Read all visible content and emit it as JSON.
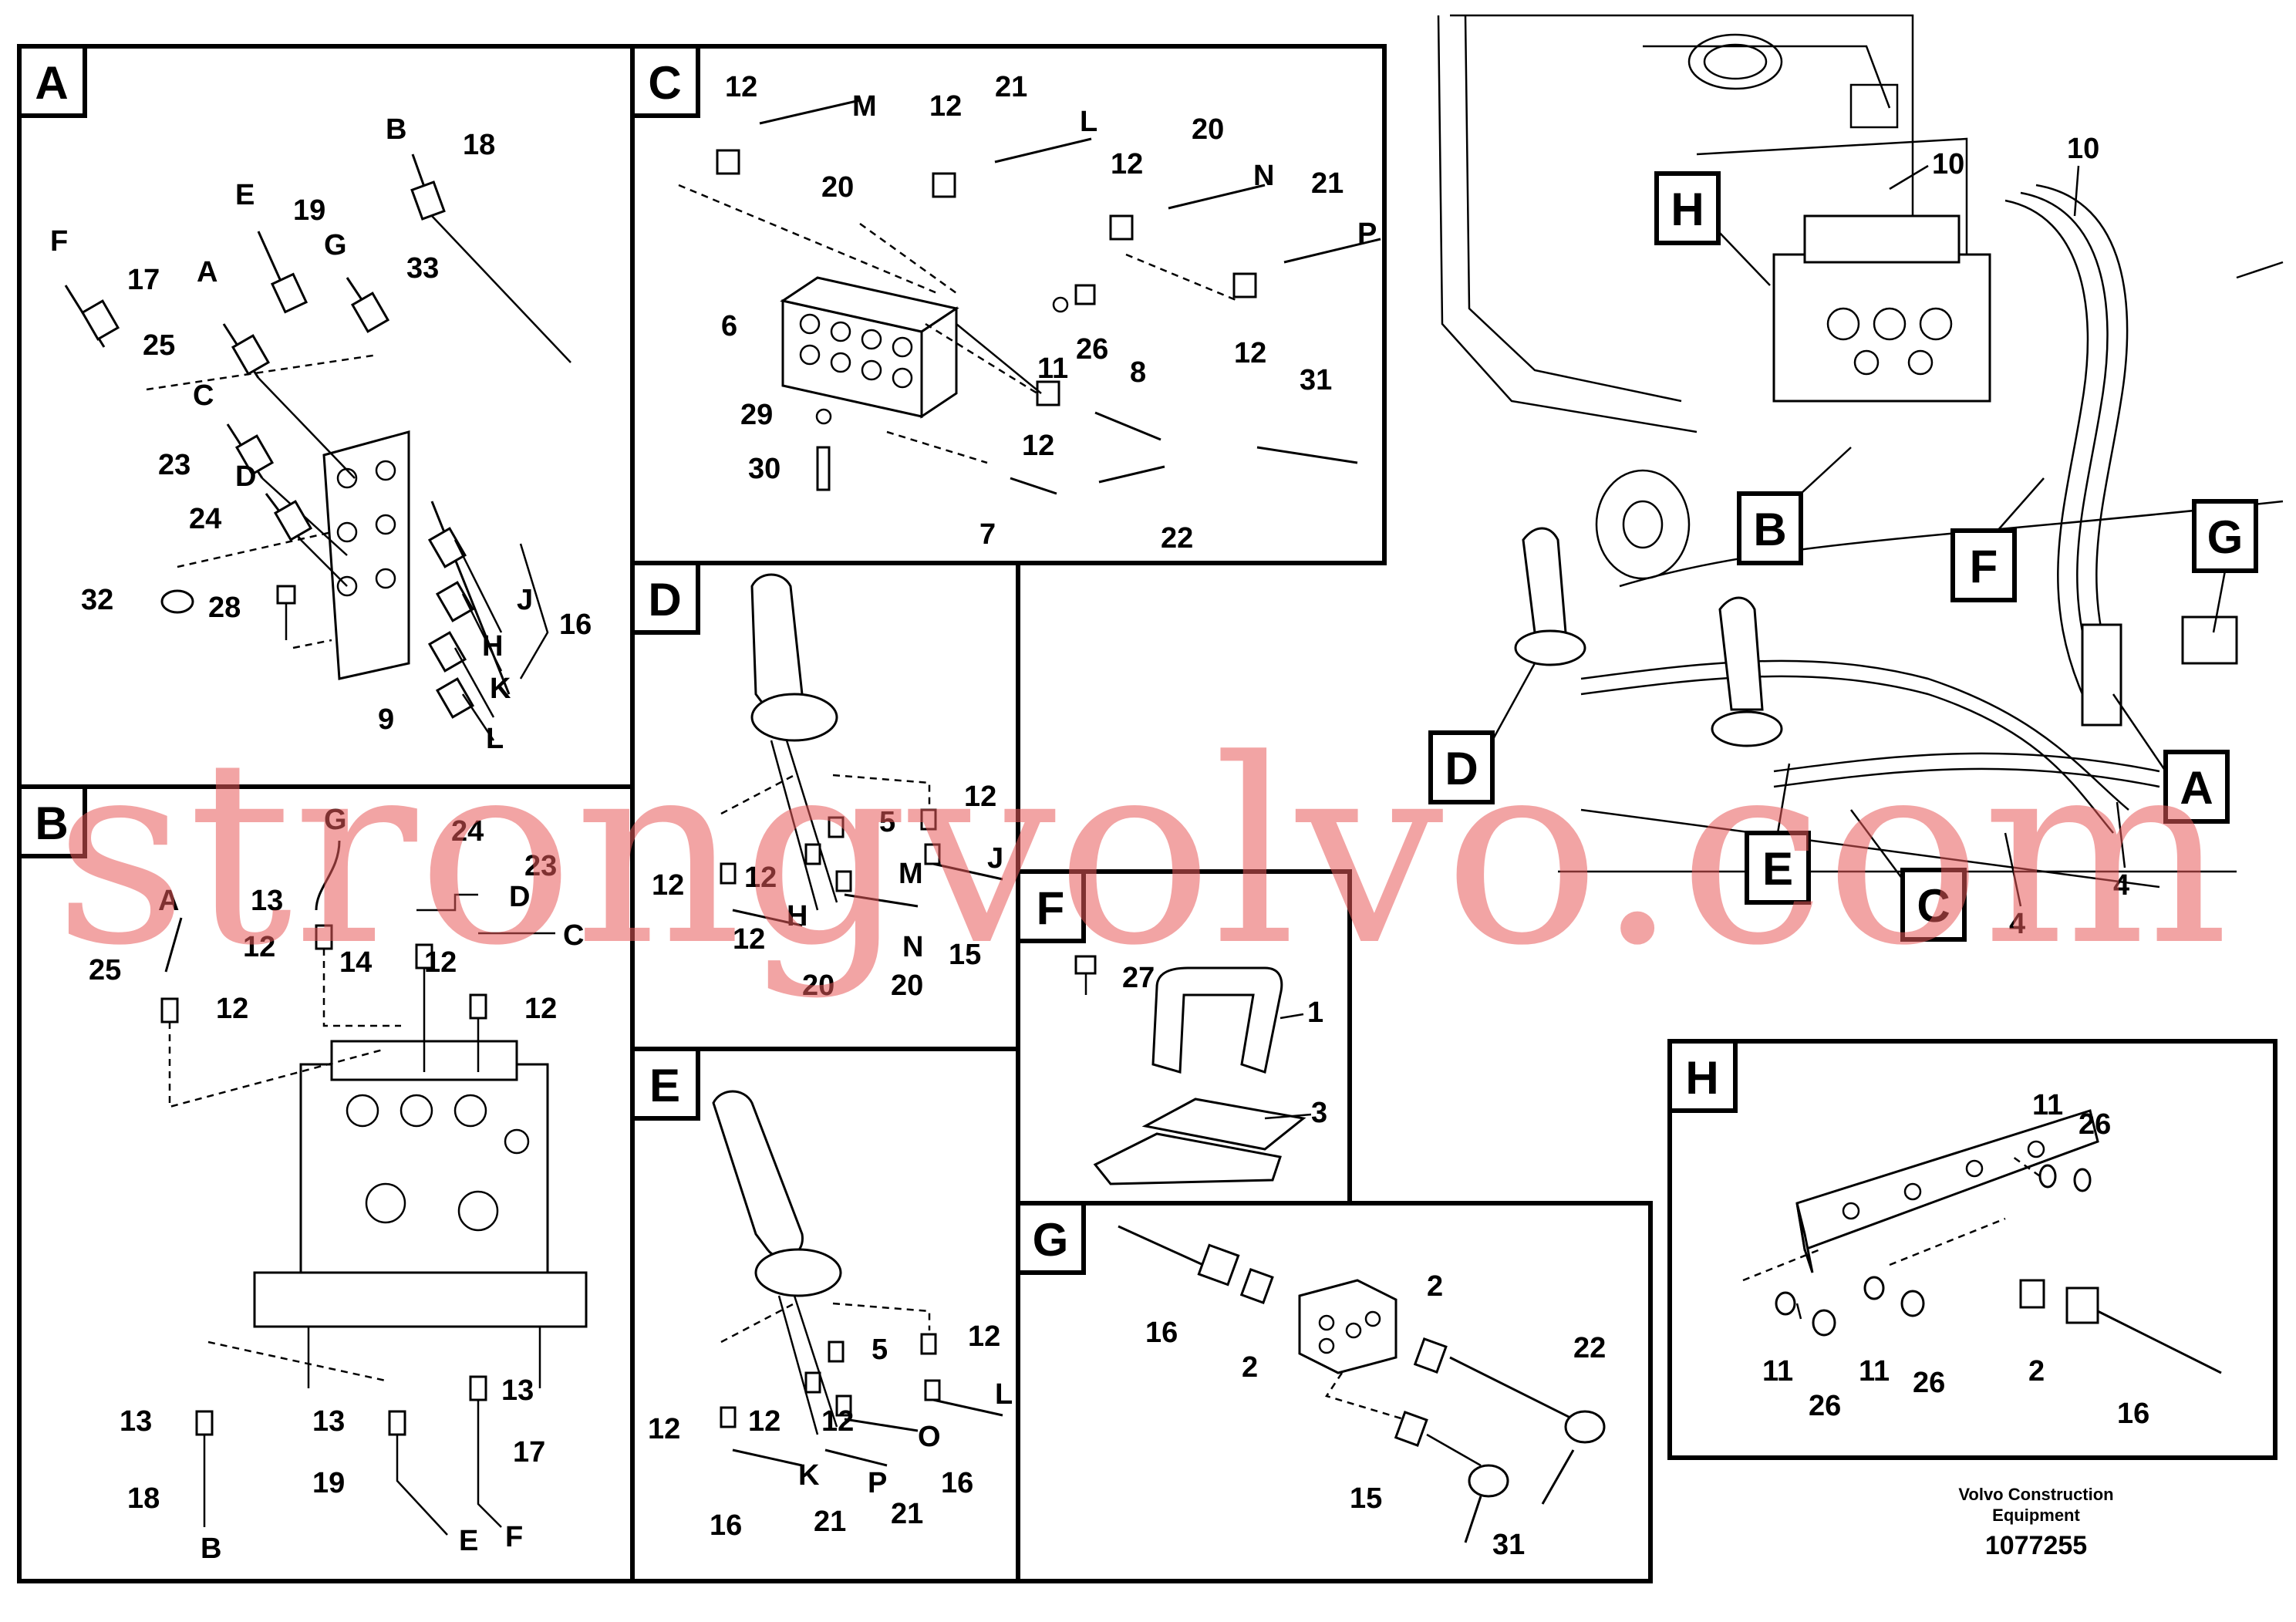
{
  "diagram": {
    "sections": {
      "A": "A",
      "B": "B",
      "C": "C",
      "D": "D",
      "E": "E",
      "F": "F",
      "G": "G",
      "H": "H"
    },
    "overview_callouts": [
      "H",
      "B",
      "F",
      "G",
      "D",
      "E",
      "C",
      "A"
    ],
    "overview_numbers": {
      "n10a": "10",
      "n10b": "10",
      "n4a": "4",
      "n4b": "4"
    },
    "panel_a": {
      "numbers": [
        "18",
        "19",
        "33",
        "17",
        "25",
        "23",
        "24",
        "32",
        "28",
        "16",
        "9"
      ],
      "letters": [
        "B",
        "E",
        "G",
        "F",
        "A",
        "C",
        "D",
        "J",
        "H",
        "K",
        "L"
      ]
    },
    "panel_b": {
      "numbers": [
        "24",
        "23",
        "13",
        "12",
        "12",
        "25",
        "12",
        "14",
        "12",
        "13",
        "13",
        "13",
        "17",
        "18",
        "19"
      ],
      "letters": [
        "G",
        "A",
        "D",
        "C",
        "F",
        "B",
        "E"
      ]
    },
    "panel_c": {
      "numbers": [
        "12",
        "20",
        "12",
        "21",
        "12",
        "20",
        "21",
        "6",
        "11",
        "26",
        "8",
        "31",
        "12",
        "29",
        "30",
        "12",
        "7",
        "22"
      ],
      "letters": [
        "M",
        "L",
        "N",
        "P"
      ]
    },
    "panel_d": {
      "numbers": [
        "5",
        "12",
        "12",
        "12",
        "12",
        "20",
        "20",
        "15"
      ],
      "letters": [
        "M",
        "J",
        "H",
        "N"
      ]
    },
    "panel_e": {
      "numbers": [
        "5",
        "12",
        "12",
        "12",
        "12",
        "16",
        "21",
        "21",
        "16"
      ],
      "letters": [
        "L",
        "O",
        "K",
        "P"
      ]
    },
    "panel_f": {
      "numbers": [
        "27",
        "1",
        "3"
      ]
    },
    "panel_g": {
      "numbers": [
        "16",
        "2",
        "2",
        "22",
        "15",
        "31"
      ]
    },
    "panel_h": {
      "numbers": [
        "11",
        "26",
        "11",
        "26",
        "11",
        "26",
        "2",
        "16"
      ]
    },
    "watermark": "strongvolvo.com",
    "caption": {
      "line1": "Volvo Construction",
      "line2": "Equipment",
      "number": "1077255"
    }
  },
  "colors": {
    "watermark": "#e85a5a",
    "ink": "#000000",
    "paper": "#ffffff"
  }
}
